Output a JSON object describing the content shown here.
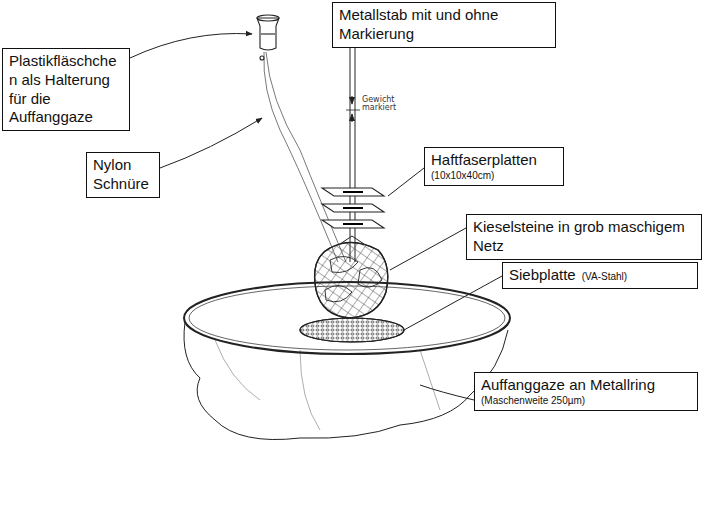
{
  "diagram": {
    "nodes": [
      {
        "text": [
          "Plastikfläschche n als Halterung für die Auffanggaze"
        ]
      },
      {
        "text": [
          "Nylon Schnüre"
        ]
      },
      {
        "text": [
          "Metallstab mit und ohne Markierung"
        ]
      },
      {
        "text": [
          "Haftfaserplatten",
          "(10x10x40cm)"
        ]
      },
      {
        "text": [
          "Kieselsteine in grob maschigem Netz"
        ]
      },
      {
        "text": [
          "Siebplatte",
          "(VA-Stahl)"
        ]
      },
      {
        "text": [
          "Auffanggaze an Metallring",
          "(Maschenweite 250µm)"
        ]
      }
    ],
    "edges": [],
    "labels": [
      "Gewicht markiert"
    ]
  }
}
